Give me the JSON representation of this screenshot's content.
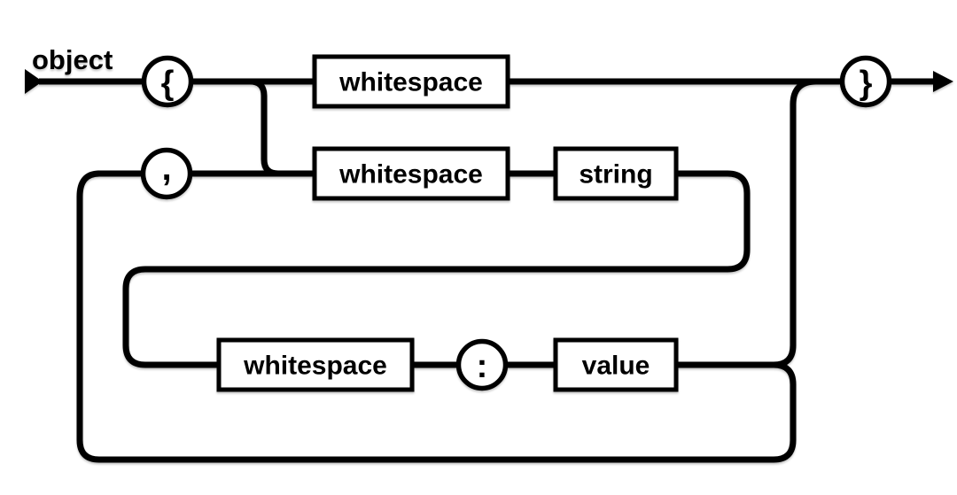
{
  "diagram": {
    "type": "railroad-syntax-diagram",
    "title": "object",
    "colors": {
      "line": "#000000",
      "background": "#ffffff",
      "node_fill": "#ffffff"
    },
    "terminals": {
      "open_brace": "{",
      "comma": ",",
      "colon": ":",
      "close_brace": "}"
    },
    "nonterminals": {
      "whitespace_top": "whitespace",
      "whitespace_middle": "whitespace",
      "whitespace_bottom": "whitespace",
      "string": "string",
      "value": "value"
    },
    "grammar_paths": {
      "main": "{ whitespace }",
      "members": "{ (whitespace string whitespace : value) (, ...repeat) }"
    }
  }
}
